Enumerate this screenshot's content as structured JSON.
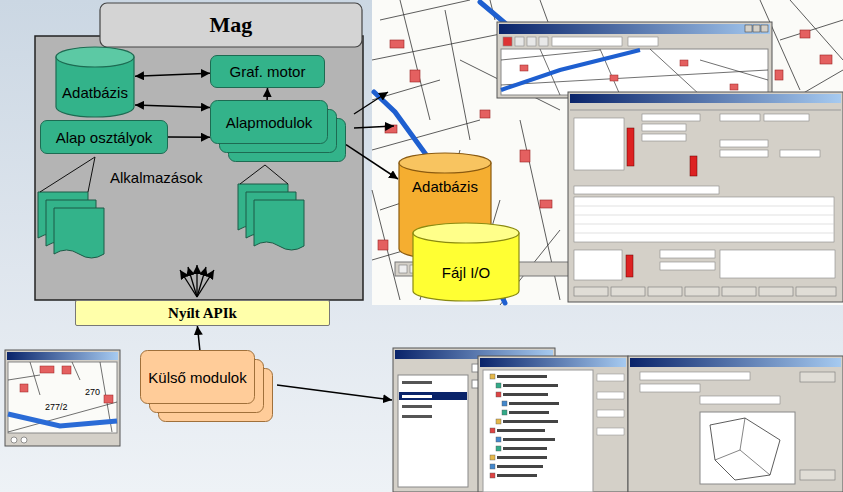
{
  "diagram": {
    "nodes": [
      {
        "text": [
          "Mag"
        ]
      },
      {
        "text": [
          "Adatbázis"
        ],
        "in": 0
      },
      {
        "text": [
          "Graf. motor"
        ],
        "in": 0
      },
      {
        "text": [
          "Alapmodulok"
        ],
        "in": 0
      },
      {
        "text": [
          "Alap osztályok"
        ],
        "in": 0
      },
      {
        "text": [
          "Adatbázis"
        ]
      },
      {
        "text": [
          "Fájl I/O"
        ]
      },
      {
        "text": [
          "Nyílt APIk"
        ]
      },
      {
        "text": [
          "Külső modulok"
        ]
      }
    ],
    "edges": [
      {
        "from": 1,
        "to": 2,
        "arrow": "both"
      },
      {
        "from": 1,
        "to": 3,
        "arrow": "both"
      },
      {
        "from": 3,
        "to": 2,
        "arrow": "to"
      },
      {
        "from": 4,
        "to": 3,
        "arrow": "to"
      },
      {
        "from": 3,
        "to": 5,
        "arrow": "to"
      },
      {
        "from": 8,
        "to": 7,
        "arrow": "to"
      }
    ],
    "labels": [
      "Alkalmazások",
      "277/2",
      "270"
    ]
  }
}
